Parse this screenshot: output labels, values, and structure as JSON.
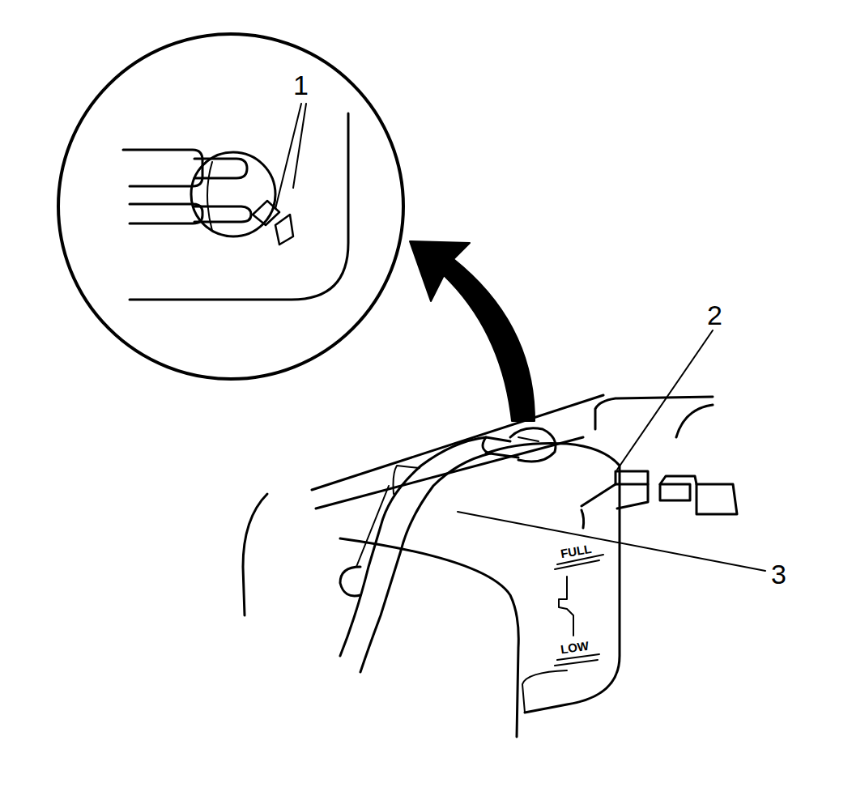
{
  "diagram": {
    "labels": [
      "1",
      "2",
      "3",
      "FULL",
      "LOW"
    ]
  }
}
